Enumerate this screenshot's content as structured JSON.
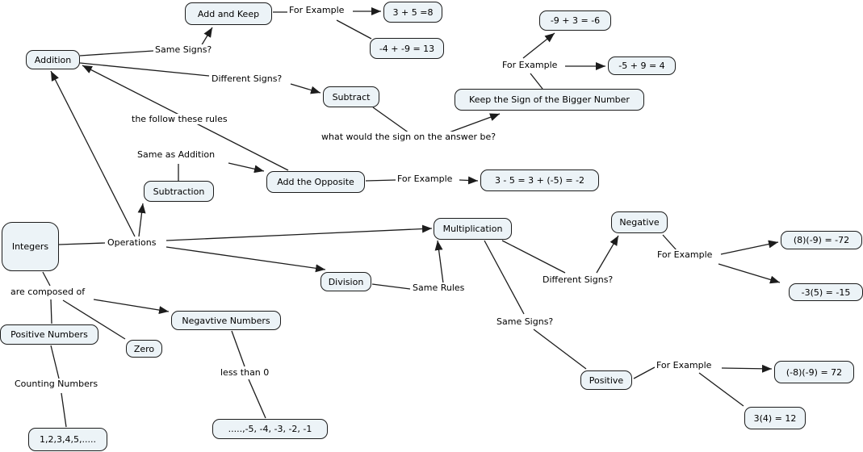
{
  "colors": {
    "background": "#ffffff",
    "node_fill": "#ecf3f7",
    "node_border": "#1c1c1c",
    "line_color": "#1c1c1c",
    "text_color": "#000000"
  },
  "concepts": {
    "integers": "Integers",
    "addition": "Addition",
    "add_and_keep": "Add and Keep",
    "example_3_plus_5": "3 + 5 =8",
    "example_neg4_plus_neg9": "-4 + -9 = 13",
    "subtract": "Subtract",
    "example_neg9_plus_3": "-9 + 3 = -6",
    "example_neg5_plus_9": "-5 + 9 = 4",
    "keep_sign_bigger": "Keep the Sign of the Bigger Number",
    "subtraction": "Subtraction",
    "add_the_opposite": "Add the Opposite",
    "example_3_minus_5": "3 - 5 = 3 + (-5) = -2",
    "multiplication": "Multiplication",
    "division": "Division",
    "negative": "Negative",
    "example_8_times_neg9": "(8)(-9) = -72",
    "example_neg3_times_5": "-3(5) = -15",
    "positive_numbers": "Positive Numbers",
    "zero": "Zero",
    "negavtive_numbers": "Negavtive Numbers",
    "positive": "Positive",
    "example_neg8_times_neg9": "(-8)(-9) = 72",
    "example_3_times_4": "3(4) = 12",
    "counting_list": "1,2,3,4,5,.....",
    "negative_list": ".....,-5, -4, -3, -2, -1"
  },
  "links": {
    "operations": "Operations",
    "same_signs_addition": "Same Signs?",
    "for_example_add_keep": "For Example",
    "different_signs_addition": "Different Signs?",
    "for_example_keep_sign": "For Example",
    "what_sign": "what would the sign on the answer be?",
    "follow_rules": "the follow these rules",
    "same_as_addition": "Same as Addition",
    "for_example_add_opposite": "For Example",
    "same_rules": "Same Rules",
    "different_signs_mult": "Different Signs?",
    "for_example_negative": "For Example",
    "same_signs_mult": "Same Signs?",
    "for_example_positive": "For Example",
    "are_composed_of": "are composed of",
    "counting_numbers": "Counting Numbers",
    "less_than_zero": "less than 0"
  }
}
